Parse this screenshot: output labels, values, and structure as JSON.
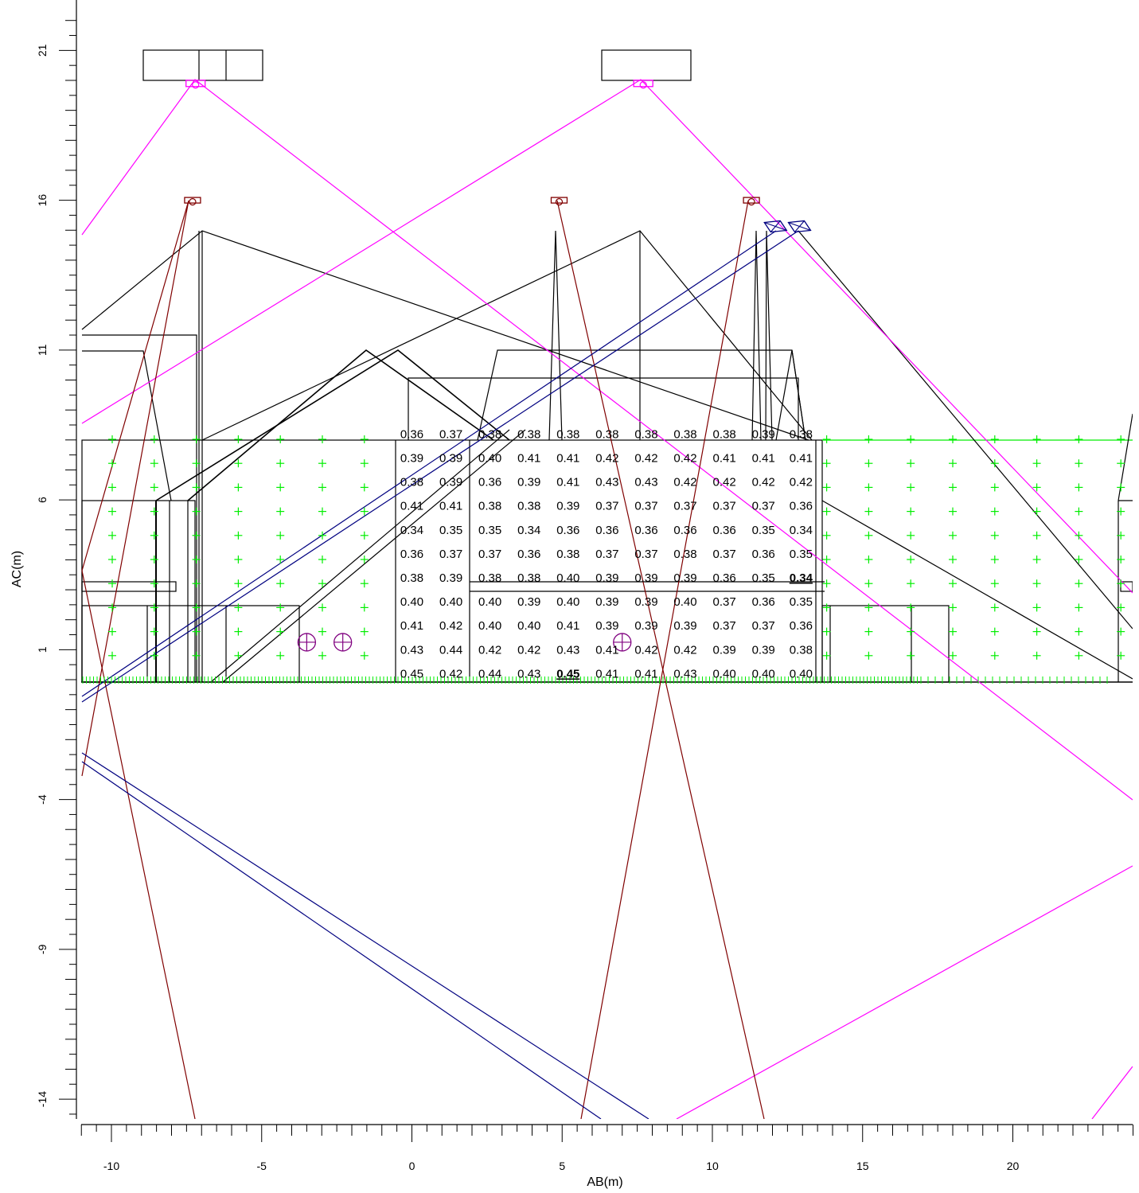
{
  "axes": {
    "x_title": "AB(m)",
    "y_title": "AC(m)",
    "x_range": [
      -11,
      24
    ],
    "y_range": [
      -14.5,
      22
    ],
    "x_tick_labels": [
      "-10",
      "-5",
      "0",
      "5",
      "10",
      "15",
      "20"
    ],
    "y_tick_labels": [
      "21",
      "16",
      "11",
      "6",
      "1",
      "-4",
      "-9",
      "-14"
    ]
  },
  "grid": {
    "x_values": [
      0,
      1.3,
      2.6,
      3.9,
      5.2,
      6.5,
      7.8,
      9.1,
      10.4,
      11.7,
      12.95
    ],
    "y_values": [
      8.2,
      7.4,
      6.6,
      5.8,
      5.0,
      4.2,
      3.4,
      2.6,
      1.8,
      1.0,
      0.2
    ],
    "rows": [
      [
        "0.36",
        "0.37",
        "0.38",
        "0.38",
        "0.38",
        "0.38",
        "0.38",
        "0.38",
        "0.38",
        "0.39",
        "0.38"
      ],
      [
        "0.39",
        "0.39",
        "0.40",
        "0.41",
        "0.41",
        "0.42",
        "0.42",
        "0.42",
        "0.41",
        "0.41",
        "0.41"
      ],
      [
        "0.38",
        "0.39",
        "0.36",
        "0.39",
        "0.41",
        "0.43",
        "0.43",
        "0.42",
        "0.42",
        "0.42",
        "0.42"
      ],
      [
        "0.41",
        "0.41",
        "0.38",
        "0.38",
        "0.39",
        "0.37",
        "0.37",
        "0.37",
        "0.37",
        "0.37",
        "0.36"
      ],
      [
        "0.34",
        "0.35",
        "0.35",
        "0.34",
        "0.36",
        "0.36",
        "0.36",
        "0.36",
        "0.36",
        "0.35",
        "0.34"
      ],
      [
        "0.36",
        "0.37",
        "0.37",
        "0.36",
        "0.38",
        "0.37",
        "0.37",
        "0.38",
        "0.37",
        "0.36",
        "0.35"
      ],
      [
        "0.38",
        "0.39",
        "0.38",
        "0.38",
        "0.40",
        "0.39",
        "0.39",
        "0.39",
        "0.36",
        "0.35",
        "0.34"
      ],
      [
        "0.40",
        "0.40",
        "0.40",
        "0.39",
        "0.40",
        "0.39",
        "0.39",
        "0.40",
        "0.37",
        "0.36",
        "0.35"
      ],
      [
        "0.41",
        "0.42",
        "0.40",
        "0.40",
        "0.41",
        "0.39",
        "0.39",
        "0.39",
        "0.37",
        "0.37",
        "0.36"
      ],
      [
        "0.43",
        "0.44",
        "0.42",
        "0.42",
        "0.43",
        "0.41",
        "0.42",
        "0.42",
        "0.39",
        "0.39",
        "0.38"
      ],
      [
        "0.45",
        "0.42",
        "0.44",
        "0.43",
        "0.45",
        "0.41",
        "0.41",
        "0.43",
        "0.40",
        "0.40",
        "0.40"
      ]
    ],
    "min_cell": {
      "row": 6,
      "col": 10,
      "color": "#ff0000"
    },
    "max_cell": {
      "row": 10,
      "col": 4,
      "color": "#0000cc"
    }
  },
  "colors": {
    "structure": "#000000",
    "points": "#00ee00",
    "beam_magenta": "#ff00ff",
    "beam_maroon": "#800000",
    "beam_navy": "#000080",
    "symbol_purple": "#800080"
  },
  "fixtures": {
    "magenta": [
      [
        -7.2,
        19.9
      ],
      [
        7.7,
        19.9
      ]
    ],
    "maroon": [
      [
        -7.3,
        16.0
      ],
      [
        4.9,
        16.0
      ],
      [
        11.3,
        16.0
      ]
    ],
    "navy": [
      [
        12.1,
        15.1
      ],
      [
        12.9,
        15.1
      ]
    ]
  },
  "symbols": [
    [
      -3.5,
      1.25
    ],
    [
      -2.3,
      1.25
    ],
    [
      7.0,
      1.25
    ]
  ]
}
